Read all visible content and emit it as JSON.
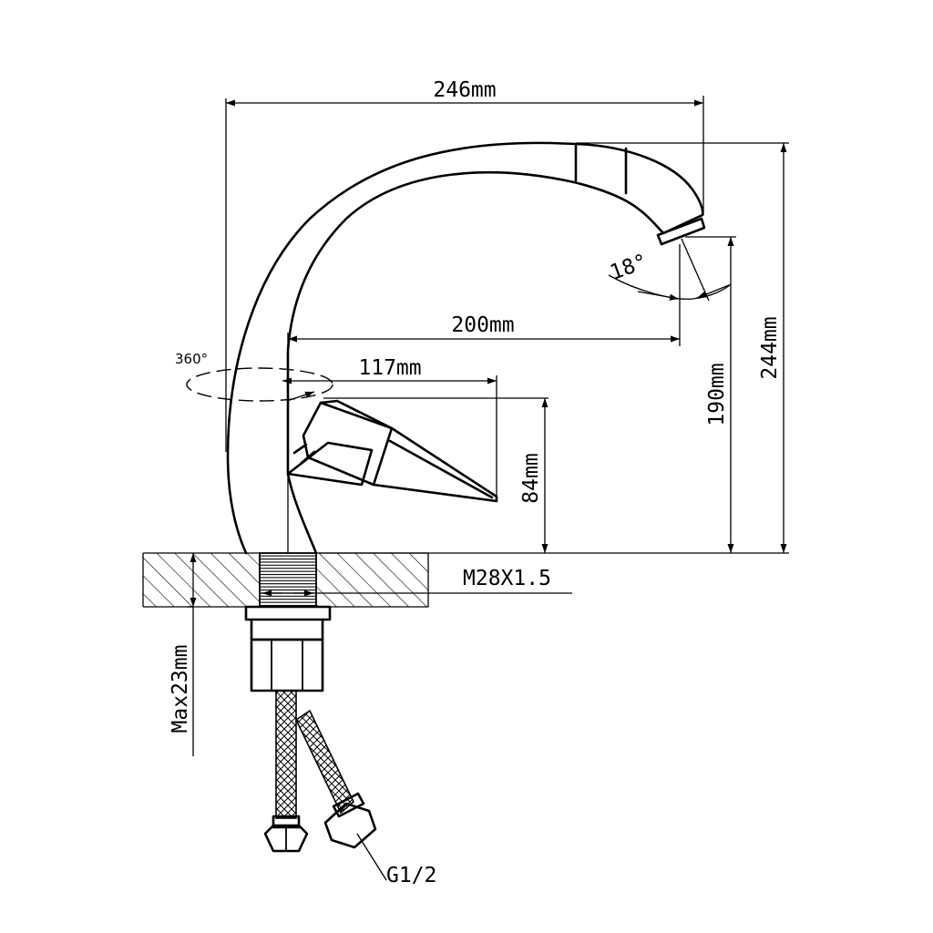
{
  "dimensions": {
    "overall_reach": "246mm",
    "overall_height": "244mm",
    "spout_reach": "200mm",
    "spout_height": "190mm",
    "lever_length": "117mm",
    "lever_height": "84mm",
    "thread": "M28X1.5",
    "max_counter_thickness": "Max23mm",
    "hose_connection": "G1/2",
    "spout_swivel": "360°",
    "aerator_angle": "18°"
  },
  "colors": {
    "line": "#000000",
    "background": "#ffffff"
  }
}
